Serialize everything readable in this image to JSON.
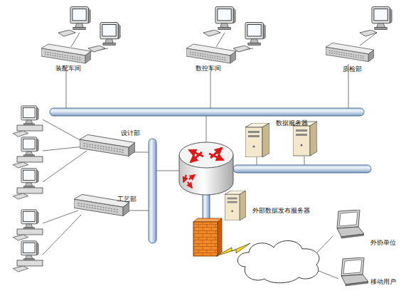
{
  "diagram": {
    "nodes": [
      {
        "text": [
          "装配车间"
        ]
      },
      {
        "text": [
          "数控车间"
        ]
      },
      {
        "text": [
          "质检部"
        ]
      },
      {
        "text": [
          "数据服务器"
        ]
      },
      {
        "text": [
          "设计部"
        ]
      },
      {
        "text": [
          "工艺部"
        ]
      },
      {
        "text": [
          "外部数据发布服务器"
        ]
      },
      {
        "text": [
          "外协单位"
        ]
      },
      {
        "text": [
          "移动用户"
        ]
      }
    ]
  }
}
